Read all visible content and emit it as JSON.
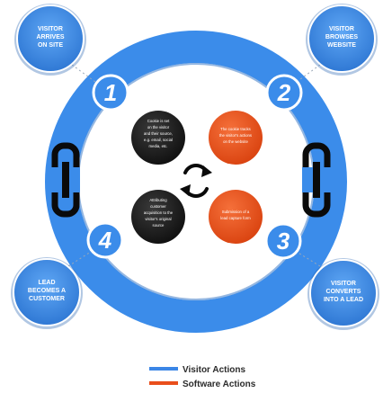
{
  "steps": [
    {
      "number": "1",
      "label": [
        "VISITOR",
        "ARRIVES",
        "ON SITE"
      ]
    },
    {
      "number": "2",
      "label": [
        "VISITOR",
        "BROWSES",
        "WEBSITE"
      ]
    },
    {
      "number": "3",
      "label": [
        "VISITOR",
        "CONVERTS",
        "INTO A LEAD"
      ]
    },
    {
      "number": "4",
      "label": [
        "LEAD",
        "BECOMES A",
        "CUSTOMER"
      ]
    }
  ],
  "actions": [
    {
      "kind": "visitor",
      "text": [
        "Cookie is set",
        "on the visitor",
        "and their source,",
        "e.g. email, social",
        "media, etc."
      ]
    },
    {
      "kind": "software",
      "text": [
        "The cookie tracks",
        "the visitor's actions",
        "on the website"
      ]
    },
    {
      "kind": "visitor",
      "text": [
        "Attributing",
        "customer",
        "acquisition to the",
        "visitor's original",
        "source"
      ]
    },
    {
      "kind": "software",
      "text": [
        "Submission of a",
        "lead capture form"
      ]
    }
  ],
  "legend": [
    {
      "label": "Visitor Actions",
      "color": "#3b86e6"
    },
    {
      "label": "Software Actions",
      "color": "#e94e1b"
    }
  ],
  "colors": {
    "ring": "#3b8cea",
    "badge_dark": "#1f5fb0",
    "chain": "#0a0a0a",
    "software": "#e94e1b",
    "visitor": "#1b1b1b",
    "refresh": "#0a0a0a"
  }
}
